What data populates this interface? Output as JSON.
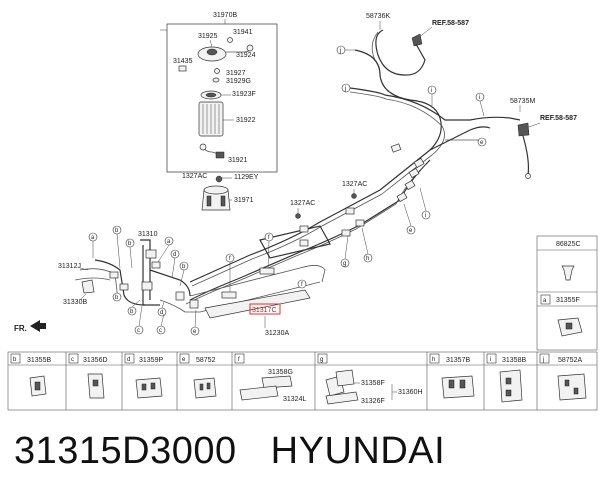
{
  "labels": {
    "p31970B": "31970B",
    "p31925": "31925",
    "p31941": "31941",
    "p31924": "31924",
    "p31435": "31435",
    "p31927": "31927",
    "p31929G": "31929G",
    "p31923F": "31923F",
    "p31922": "31922",
    "p31921": "31921",
    "p1327AC_a": "1327AC",
    "p1129EY": "1129EY",
    "p31971": "31971",
    "p1327AC_b": "1327AC",
    "p1327AC_c": "1327AC",
    "p58736K": "58736K",
    "ref1": "REF.58-587",
    "p58735M": "58735M",
    "ref2": "REF.58-587",
    "p31310": "31310",
    "p31312J": "31312J",
    "p31330B": "31330B",
    "p31317C": "31317C",
    "p31230A": "31230A",
    "fr": "FR."
  },
  "callouts": [
    "a",
    "b",
    "c",
    "d",
    "e",
    "f",
    "g",
    "h",
    "i",
    "j"
  ],
  "side_panel": [
    {
      "letter": "",
      "part": "86825C"
    },
    {
      "letter": "a",
      "part": "31355F"
    }
  ],
  "bottom_panel": [
    {
      "letter": "b",
      "part": "31355B"
    },
    {
      "letter": "c",
      "part": "31356D"
    },
    {
      "letter": "d",
      "part": "31359P"
    },
    {
      "letter": "e",
      "part": "58752"
    },
    {
      "letter": "f",
      "part": ""
    },
    {
      "letter": "g",
      "part": ""
    },
    {
      "letter": "h",
      "part": "31357B"
    },
    {
      "letter": "i",
      "part": "31358B"
    },
    {
      "letter": "j",
      "part": "58752A"
    }
  ],
  "f_parts": {
    "p1": "31358G",
    "p2": "31324L"
  },
  "g_parts": {
    "p1": "31358F",
    "p2": "31326F",
    "p3": "31360H"
  },
  "footer": {
    "part_number": "31315D3000",
    "brand": "HYUNDAI"
  }
}
